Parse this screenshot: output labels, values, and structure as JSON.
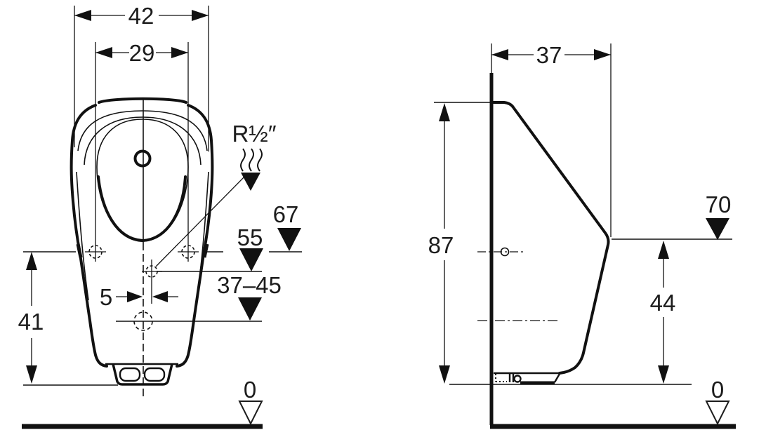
{
  "drawing": {
    "front_view": {
      "width_overall": "42",
      "width_fixing": "29",
      "water_inlet_thread": "R½″",
      "level_fixing_points": "67",
      "level_water_inlet": "55",
      "level_outlet": "37–45",
      "offset_inlet": "5",
      "height_fixing_to_bottom": "41",
      "level_floor": "0"
    },
    "side_view": {
      "depth_overall": "37",
      "height_overall": "87",
      "level_front_rim": "70",
      "height_front_to_bottom": "44",
      "level_floor": "0"
    },
    "colors": {
      "line": "#111111",
      "text": "#1c1c1c",
      "background": "#ffffff"
    }
  }
}
